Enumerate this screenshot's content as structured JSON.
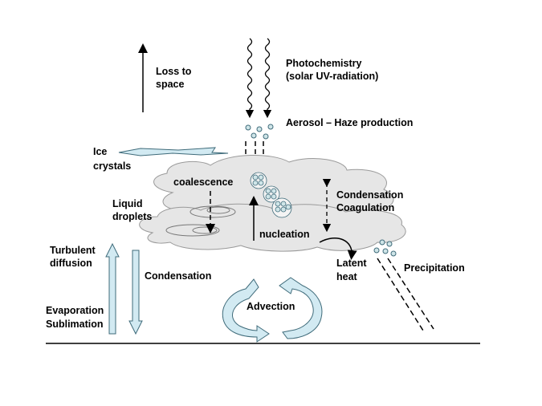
{
  "labels": {
    "loss_to_space_1": "Loss to",
    "loss_to_space_2": "space",
    "photochemistry_1": "Photochemistry",
    "photochemistry_2": "(solar UV-radiation)",
    "aerosol": "Aerosol – Haze production",
    "ice_1": "Ice",
    "ice_2": "crystals",
    "coalescence": "coalescence",
    "liquid_1": "Liquid",
    "liquid_2": "droplets",
    "condensation_coag_1": "Condensation",
    "condensation_coag_2": "Coagulation",
    "nucleation": "nucleation",
    "turbulent_1": "Turbulent",
    "turbulent_2": "diffusion",
    "condensation": "Condensation",
    "latent_1": "Latent",
    "latent_2": "heat",
    "precipitation": "Precipitation",
    "advection": "Advection",
    "evaporation": "Evaporation",
    "sublimation": "Sublimation"
  },
  "colors": {
    "cloud_fill": "#e6e6e6",
    "cloud_stroke": "#9a9a9a",
    "arrow_fill": "#d2eaf2",
    "arrow_stroke": "#3f6b7a",
    "particle_fill": "#cfe5e8",
    "ground": "#000000"
  }
}
